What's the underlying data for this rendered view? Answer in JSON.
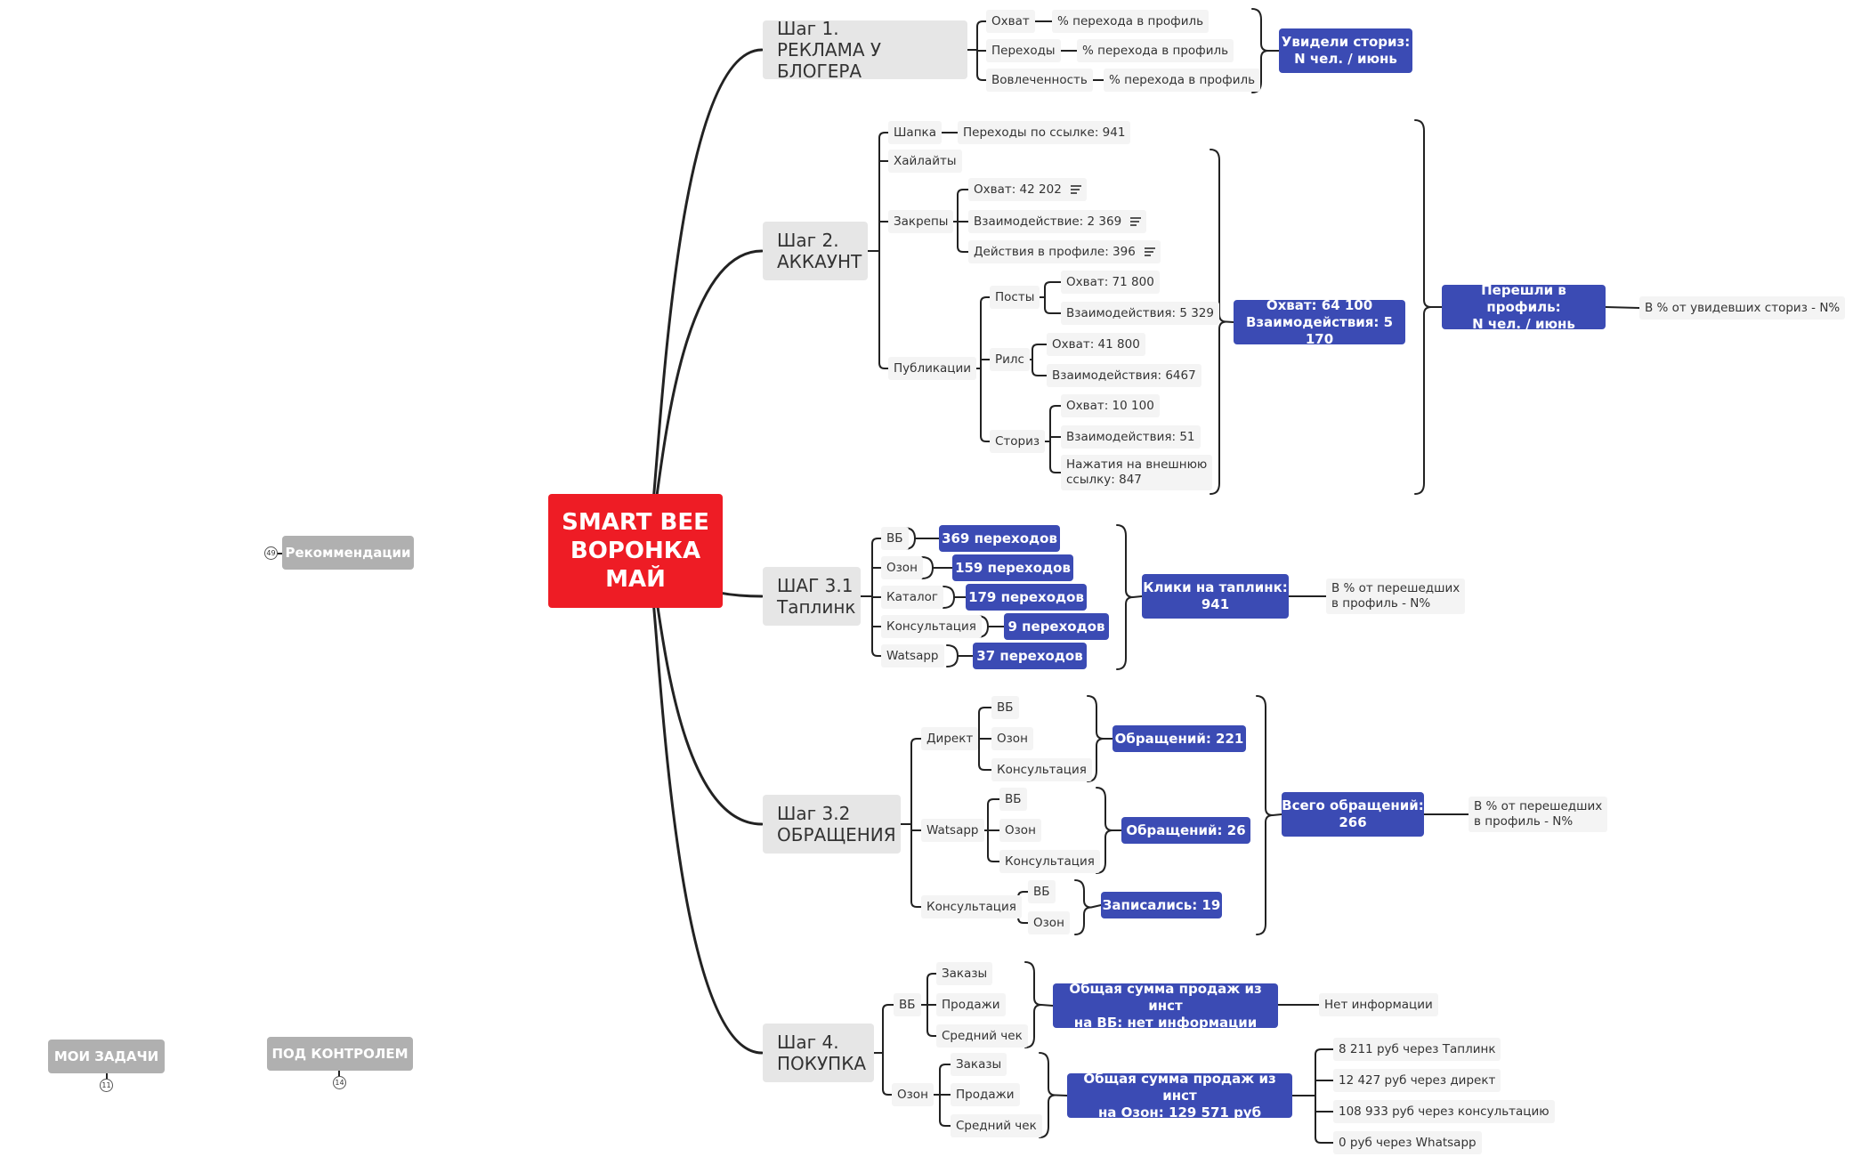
{
  "root": {
    "title": "SMART BEE\nВОРОНКА\nМАЙ"
  },
  "steps": {
    "s1": "Шаг 1.\nРЕКЛАМА У БЛОГЕРА",
    "s2": "Шаг 2.\nАККАУНТ",
    "s31": "ШАГ 3.1\nТаплинк",
    "s32": "Шаг 3.2\nОБРАЩЕНИЯ",
    "s4": "Шаг 4.\nПОКУПКА"
  },
  "step1": {
    "okhvat": "Охват",
    "okhvat_pct": "% перехода в профиль",
    "perekhody": "Переходы",
    "perekhody_pct": "% перехода в профиль",
    "vovl": "Вовлеченность",
    "vovl_pct": "% перехода в профиль",
    "summary": "Увидели сториз:\nN чел. / июнь"
  },
  "step2": {
    "shapka": "Шапка",
    "shapka_val": "Переходы по ссылке: 941",
    "highlights": "Хайлайты",
    "zakrepy": "Закрепы",
    "z_okhvat": "Охват: 42 202",
    "z_vz": "Взаимодействие: 2 369",
    "z_deistv": "Действия в профиле: 396",
    "publ": "Публикации",
    "posty": "Посты",
    "p_okhvat": "Охват:  71 800",
    "p_vz": "Взаимодействия: 5 329",
    "rils": "Рилс",
    "r_okhvat": "Охват: 41 800",
    "r_vz": "Взаимодействия: 6467",
    "storiz": "Сториз",
    "s_okhvat": "Охват: 10 100",
    "s_vz": "Взаимодействия: 51",
    "s_nazh": "Нажатия на внешнюю\nссылку: 847",
    "summary1": "Охват: 64 100\nВзаимодействия: 5 170",
    "summary2": "Перешли в профиль:\nN чел. / июнь",
    "pct": "В % от увидевших сториз - N%"
  },
  "step31": {
    "vb": "ВБ",
    "vb_val": "369 переходов",
    "ozon": "Озон",
    "ozon_val": "159 переходов",
    "katalog": "Каталог",
    "katalog_val": "179 переходов",
    "kons": "Консультация",
    "kons_val": "9 переходов",
    "wa": "Watsapp",
    "wa_val": "37 переходов",
    "summary": "Клики на таплинк:\n941",
    "pct": "В % от перешедших\nв профиль - N%"
  },
  "step32": {
    "direkt": "Директ",
    "d_vb": "ВБ",
    "d_ozon": "Озон",
    "d_kons": "Консультация",
    "d_sum": "Обращений: 221",
    "wa": "Watsapp",
    "w_vb": "ВБ",
    "w_ozon": "Озон",
    "w_kons": "Консультация",
    "w_sum": "Обращений: 26",
    "kons": "Консультация",
    "k_vb": "ВБ",
    "k_ozon": "Озон",
    "k_sum": "Записались: 19",
    "total": "Всего обращений:\n266",
    "pct": "В % от перешедших\nв профиль - N%"
  },
  "step4": {
    "vb": "ВБ",
    "vb_zak": "Заказы",
    "vb_prod": "Продажи",
    "vb_chek": "Средний чек",
    "vb_sum": "Общая сумма продаж из инст\nна ВБ: нет информации",
    "vb_note": "Нет информации",
    "ozon": "Озон",
    "oz_zak": "Заказы",
    "oz_prod": "Продажи",
    "oz_chek": "Средний чек",
    "oz_sum": "Общая сумма продаж из инст\nна Озон: 129 571 руб",
    "oz_t": "8 211 руб через Таплинк",
    "oz_d": "12 427 руб через директ",
    "oz_k": "108 933 руб через консультацию",
    "oz_w": "0 руб через Whatsapp"
  },
  "floating": {
    "rekom": "Рекоммендации",
    "rekom_badge": "49",
    "moi": "МОИ ЗАДАЧИ",
    "moi_badge": "11",
    "pod": "ПОД КОНТРОЛЕМ",
    "pod_badge": "14"
  },
  "colors": {
    "root": "#ee1c25",
    "summary": "#3b4bb4",
    "step": "#e6e6e6",
    "line": "#222222"
  }
}
